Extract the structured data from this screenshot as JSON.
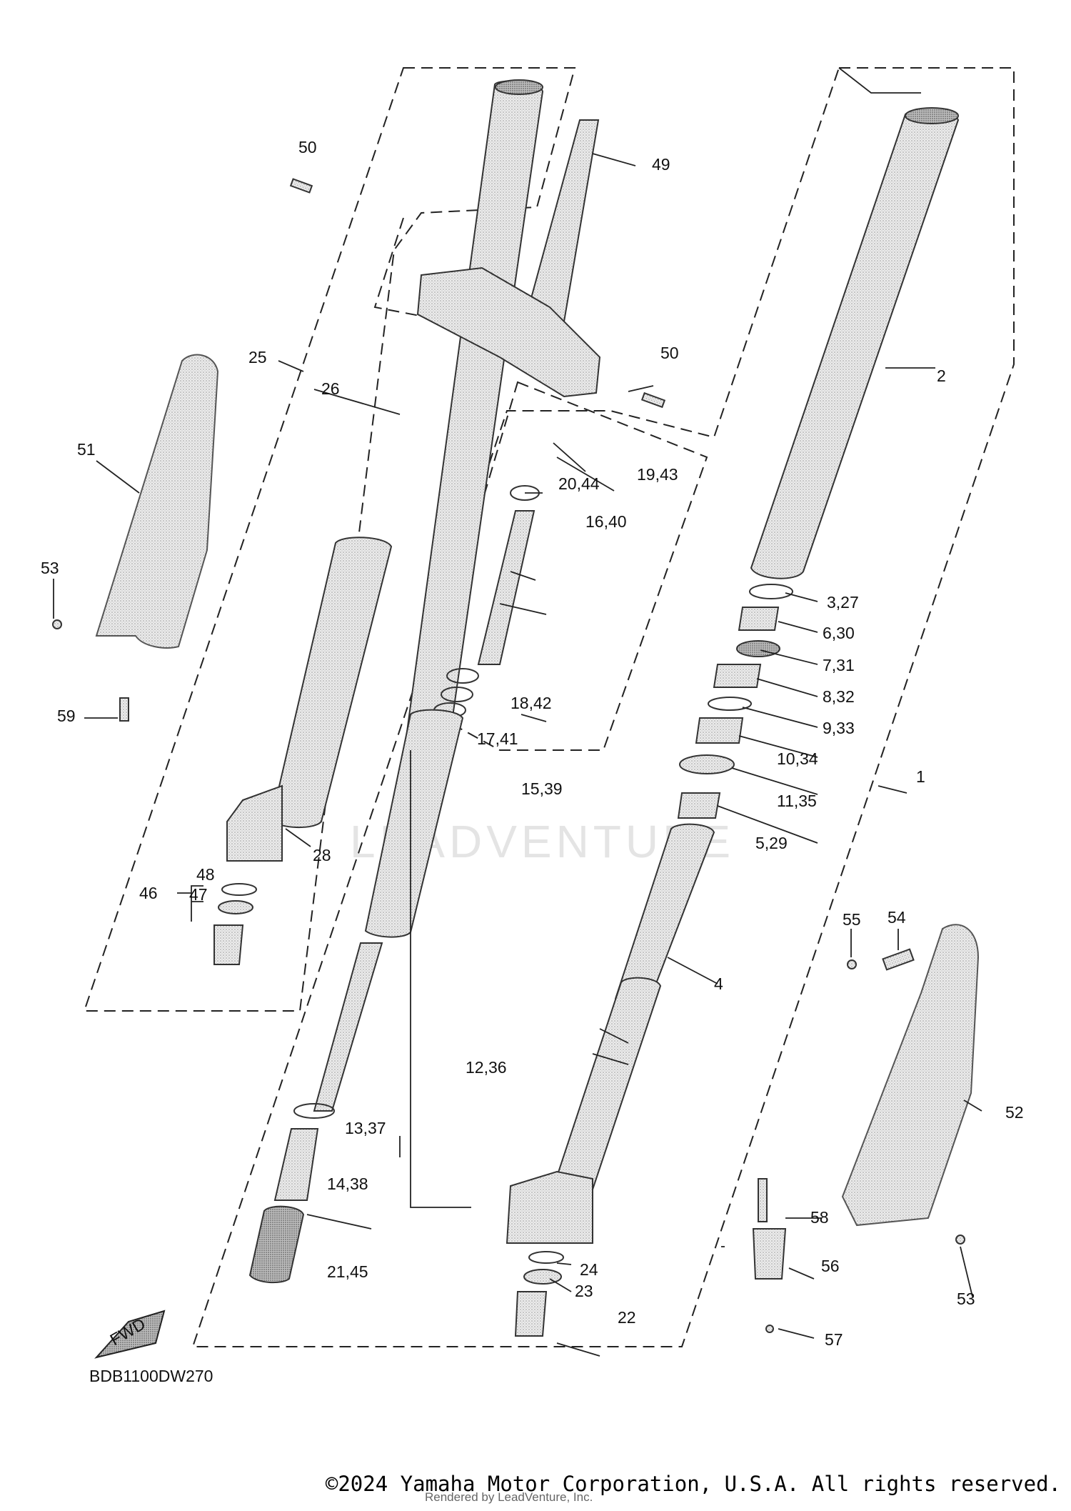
{
  "diagram": {
    "code": "BDB1100DW270",
    "fwd_label": "FWD",
    "watermark": "LEADVENTURE",
    "callouts": {
      "c1": "1",
      "c2": "2",
      "c3_27": "3,27",
      "c4": "4",
      "c5_29": "5,29",
      "c6_30": "6,30",
      "c7_31": "7,31",
      "c8_32": "8,32",
      "c9_33": "9,33",
      "c10_34": "10,34",
      "c11_35": "11,35",
      "c12_36": "12,36",
      "c13_37": "13,37",
      "c14_38": "14,38",
      "c15_39": "15,39",
      "c16_40": "16,40",
      "c17_41": "17,41",
      "c18_42": "18,42",
      "c19_43": "19,43",
      "c20_44": "20,44",
      "c21_45": "21,45",
      "c22": "22",
      "c23": "23",
      "c24": "24",
      "c25": "25",
      "c26": "26",
      "c28": "28",
      "c46": "46",
      "c47": "47",
      "c48": "48",
      "c49": "49",
      "c50a": "50",
      "c50b": "50",
      "c51": "51",
      "c52": "52",
      "c53a": "53",
      "c53b": "53",
      "c54": "54",
      "c55": "55",
      "c56": "56",
      "c57": "57",
      "c58": "58",
      "c59": "59"
    }
  },
  "footer": {
    "copyright": "©2024 Yamaha Motor Corporation, U.S.A. All rights reserved.",
    "rendered_by": "Rendered by LeadVenture, Inc."
  }
}
